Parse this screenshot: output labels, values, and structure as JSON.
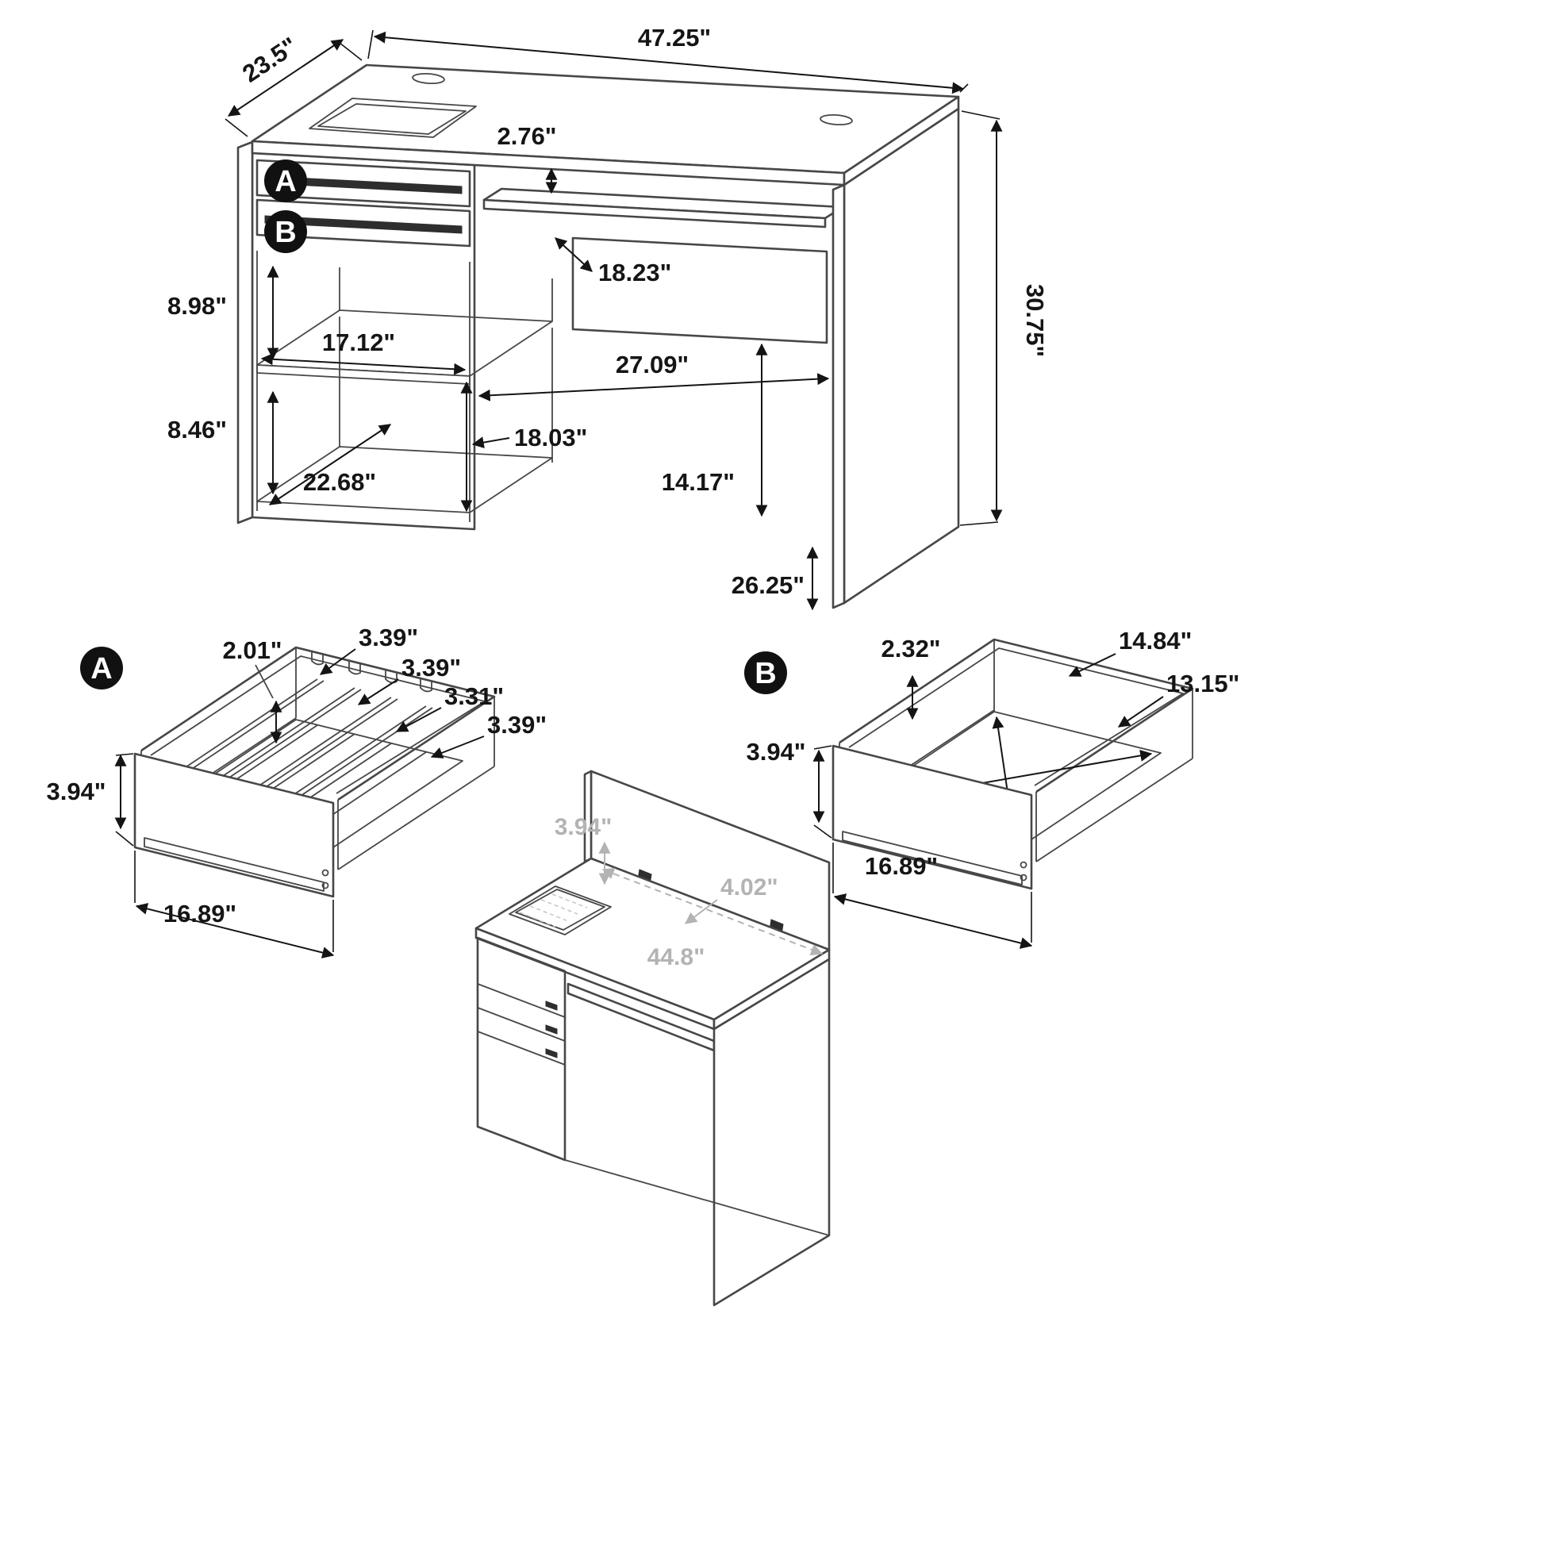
{
  "main": {
    "badge_a": "A",
    "badge_b": "B",
    "dims": {
      "depth": "23.5\"",
      "width": "47.25\"",
      "height": "30.75\"",
      "tray_gap": "2.76\"",
      "tray_depth": "18.23\"",
      "upper_compartment": "8.98\"",
      "shelf_width": "17.12\"",
      "knee_width": "27.09\"",
      "lower_compartment": "8.46\"",
      "side_height": "18.03\"",
      "shelf_depth": "22.68\"",
      "panel_to_floor": "14.17\"",
      "knee_clearance": "26.25\""
    }
  },
  "drawer_a": {
    "badge": "A",
    "dims": {
      "slot_1": "3.39\"",
      "slot_2": "3.39\"",
      "slot_3": "3.31\"",
      "slot_4": "3.39\"",
      "slot_width": "2.01\"",
      "height": "3.94\"",
      "width": "16.89\""
    }
  },
  "drawer_b": {
    "badge": "B",
    "dims": {
      "inner_height": "2.32\"",
      "inner_width": "14.84\"",
      "inner_depth": "13.15\"",
      "height": "3.94\"",
      "width": "16.89\""
    }
  },
  "folded": {
    "dims": {
      "panel_height": "3.94\"",
      "panel_offset": "4.02\"",
      "panel_width": "44.8\""
    }
  }
}
